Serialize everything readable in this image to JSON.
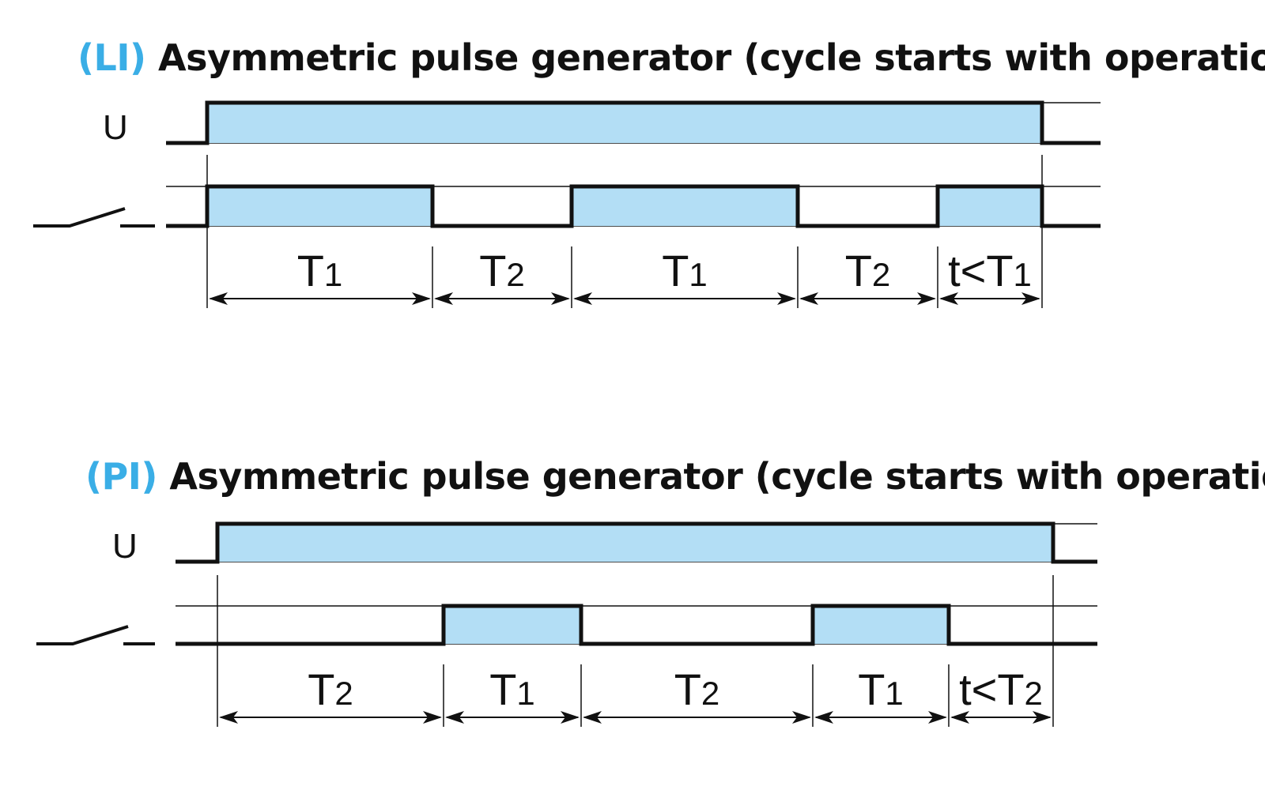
{
  "diagrams": [
    {
      "title_tag": "(LI)",
      "title_text": " Asymmetric pulse generator (cycle starts with operation)",
      "supply_label": "U",
      "contact_segments": [
        {
          "state": "on",
          "label_main": "T",
          "label_sub": "1"
        },
        {
          "state": "off",
          "label_main": "T",
          "label_sub": "2"
        },
        {
          "state": "on",
          "label_main": "T",
          "label_sub": "1"
        },
        {
          "state": "off",
          "label_main": "T",
          "label_sub": "2"
        },
        {
          "state": "on",
          "label_main": "t<T",
          "label_sub": "1"
        }
      ]
    },
    {
      "title_tag": "(PI)",
      "title_text": " Asymmetric pulse generator (cycle starts with operation",
      "supply_label": "U",
      "contact_segments": [
        {
          "state": "off",
          "label_main": "T",
          "label_sub": "2"
        },
        {
          "state": "on",
          "label_main": "T",
          "label_sub": "1"
        },
        {
          "state": "off",
          "label_main": "T",
          "label_sub": "2"
        },
        {
          "state": "on",
          "label_main": "T",
          "label_sub": "1"
        },
        {
          "state": "off",
          "label_main": "t<T",
          "label_sub": "2"
        }
      ]
    }
  ],
  "colors": {
    "fill": "#b3def5",
    "line": "#111111",
    "accent": "#3aaee6"
  }
}
